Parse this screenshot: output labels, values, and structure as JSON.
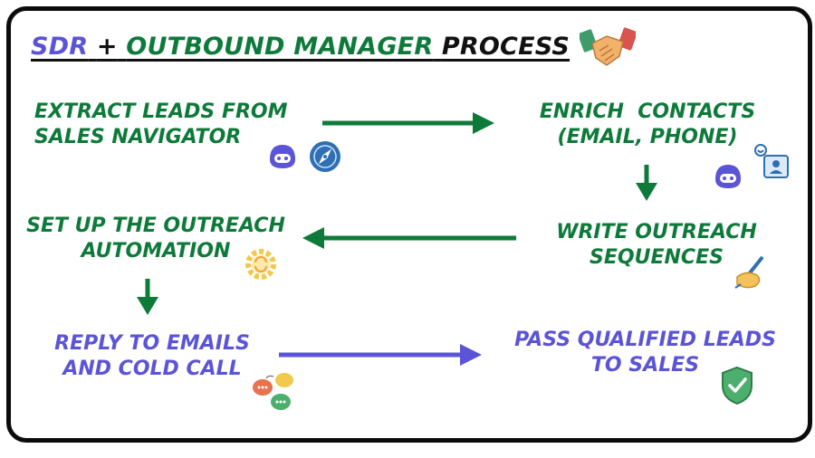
{
  "title": {
    "sdr": "SDR",
    "plus": "+",
    "manager": "OUTBOUND MANAGER",
    "process": "PROCESS"
  },
  "steps": [
    {
      "id": "extract",
      "text": "EXTRACT LEADS FROM\nSALES NAVIGATOR",
      "color": "#0e7a3a"
    },
    {
      "id": "enrich",
      "text": "ENRICH  CONTACTS\n(EMAIL, PHONE)",
      "color": "#0e7a3a"
    },
    {
      "id": "write",
      "text": "WRITE OUTREACH\nSEQUENCES",
      "color": "#0e7a3a"
    },
    {
      "id": "setup",
      "text": "SET UP THE OUTREACH\nAUTOMATION",
      "color": "#0e7a3a"
    },
    {
      "id": "reply",
      "text": "REPLY TO EMAILS\nAND COLD CALL",
      "color": "#5b54d6"
    },
    {
      "id": "pass",
      "text": "PASS QUALIFIED LEADS\nTO SALES",
      "color": "#5b54d6"
    }
  ],
  "colors": {
    "green": "#0e7a3a",
    "purple": "#5b54d6",
    "border": "#0b0b0b"
  },
  "icons": [
    "handshake-icon",
    "robot-icon",
    "compass-icon",
    "robot-icon",
    "contact-card-icon",
    "writing-hand-icon",
    "gear-cycle-icon",
    "chat-bubbles-icon",
    "shield-check-icon"
  ]
}
